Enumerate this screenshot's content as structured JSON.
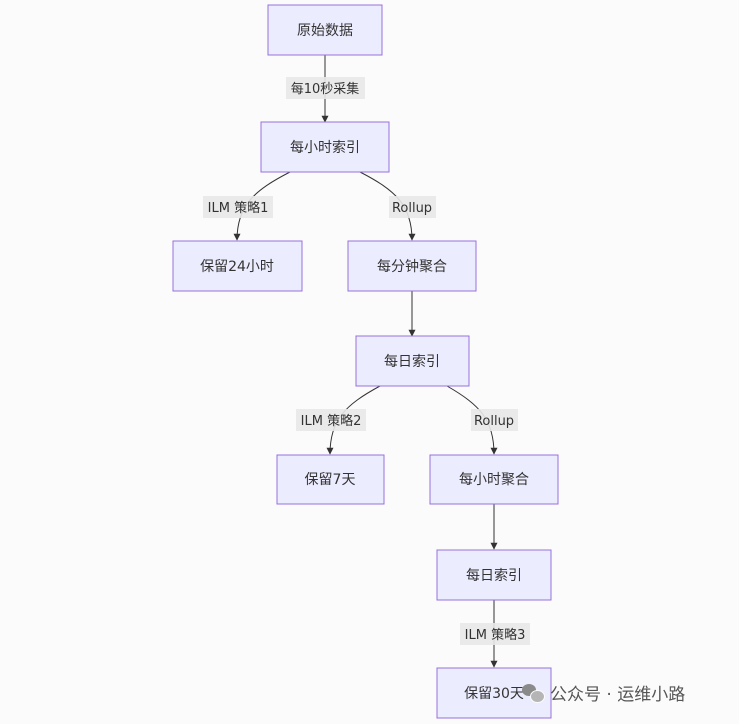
{
  "nodes": {
    "raw_data": "原始数据",
    "hourly_index": "每小时索引",
    "keep_24h": "保留24小时",
    "minute_agg": "每分钟聚合",
    "daily_index_1": "每日索引",
    "keep_7d": "保留7天",
    "hourly_agg": "每小时聚合",
    "daily_index_2": "每日索引",
    "keep_30d": "保留30天"
  },
  "edges": {
    "collect_10s": "每10秒采集",
    "ilm_policy_1": "ILM 策略1",
    "rollup_1": "Rollup",
    "ilm_policy_2": "ILM 策略2",
    "rollup_2": "Rollup",
    "ilm_policy_3": "ILM 策略3"
  },
  "watermark": {
    "text": "公众号 · 运维小路",
    "icon": "wechat-icon"
  },
  "colors": {
    "node_fill": "#ececff",
    "node_stroke": "#9370db",
    "edge": "#333333",
    "label_bg": "#e8e8e8"
  }
}
